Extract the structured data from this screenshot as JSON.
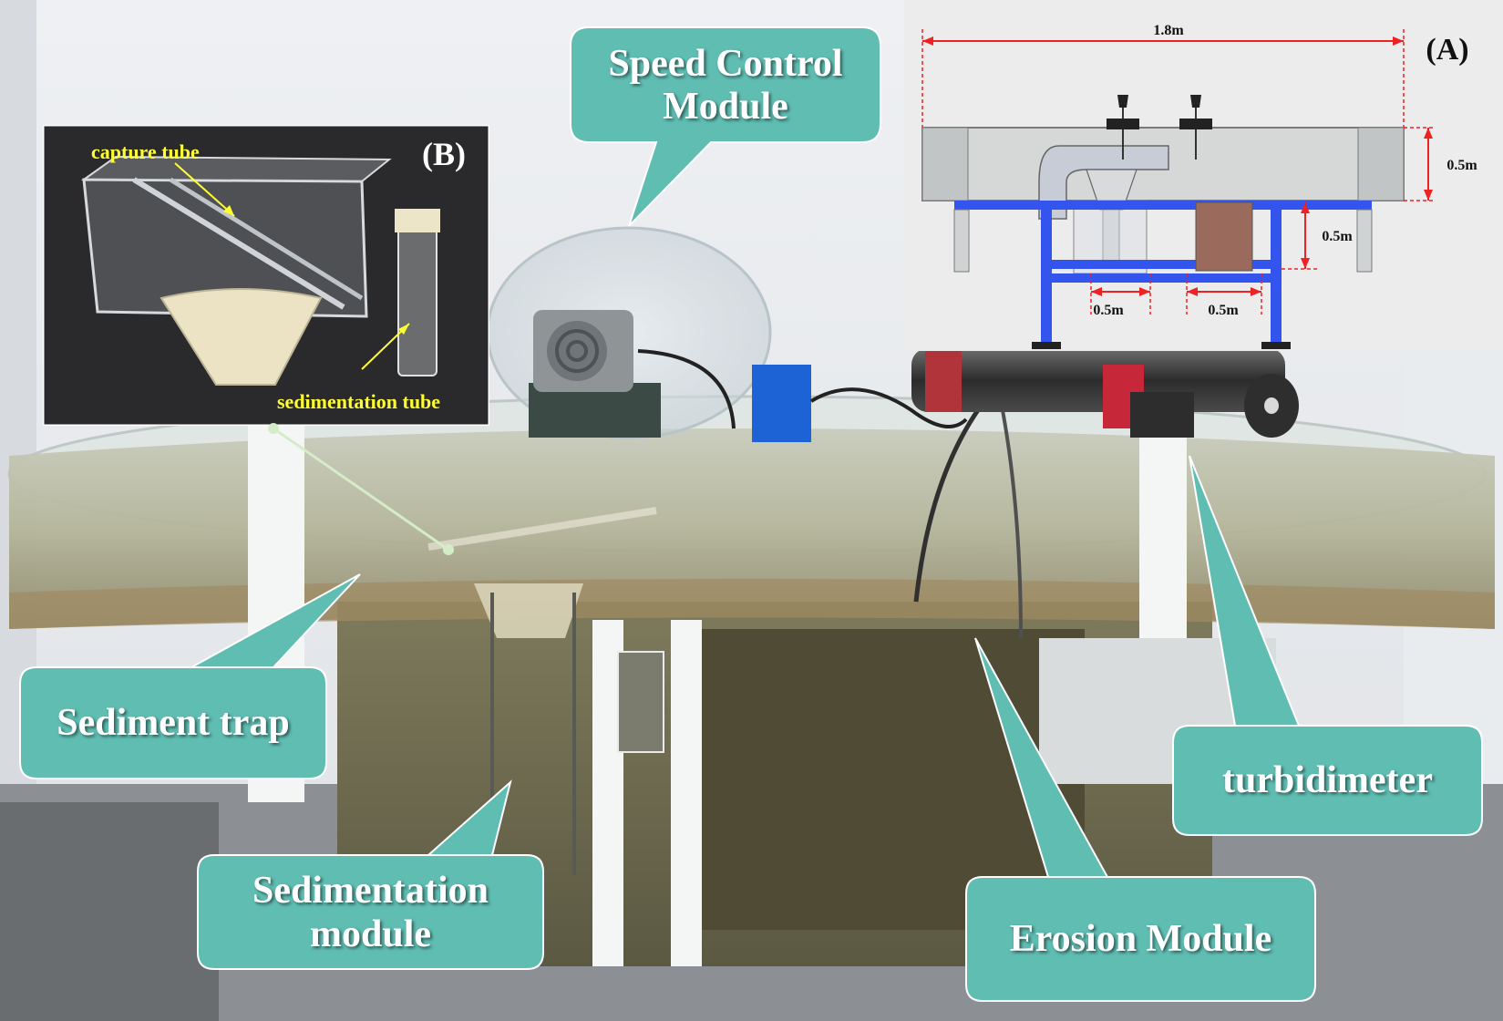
{
  "callouts": {
    "speed_control": [
      "Speed Control",
      "Module"
    ],
    "sediment_trap": "Sediment trap",
    "sedimentation_module": [
      "Sedimentation",
      "module"
    ],
    "erosion_module": "Erosion Module",
    "turbidimeter": "turbidimeter"
  },
  "inset_a": {
    "tag": "(A)",
    "dim_width": "1.8m",
    "dim_height_top": "0.5m",
    "dim_height_leg": "0.5m",
    "dim_bottom_left": "0.5m",
    "dim_bottom_right": "0.5m"
  },
  "inset_b": {
    "tag": "(B)",
    "capture_tube": "capture tube",
    "sedimentation_tube": "sedimentation tube"
  },
  "colors": {
    "callout_fill": "#5fbdb2",
    "callout_stroke": "#ffffff",
    "frame_blue": "#3355ee",
    "dim_red": "#ee2222",
    "inset_b_label": "#ffff33",
    "erosion_block": "#9a6a5c"
  }
}
